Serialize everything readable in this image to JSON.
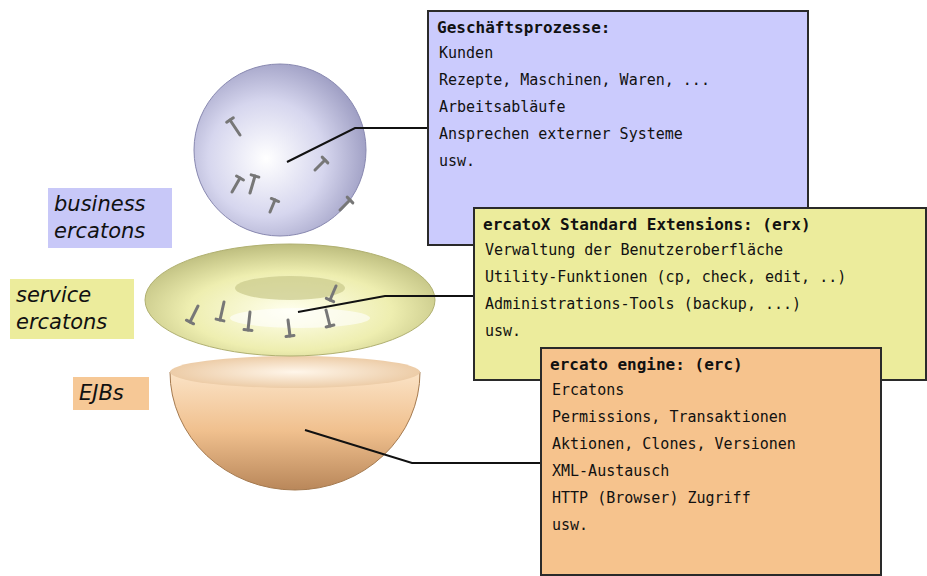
{
  "diagram": {
    "nodes": [
      {
        "text": [
          "Geschäftsprozesse:",
          "Kunden",
          "Rezepte, Maschinen, Waren, ...",
          "Arbeitsabläufe",
          "Ansprechen externer Systeme",
          "usw."
        ]
      },
      {
        "text": [
          "business ercatons"
        ]
      },
      {
        "text": [
          "ercatoX Standard Extensions: (erx)",
          "Verwaltung der Benutzeroberfläche",
          "Utility-Funktionen (cp, check, edit, ..)",
          "Administrations-Tools (backup, ...)",
          "usw."
        ]
      },
      {
        "text": [
          "service ercatons"
        ]
      },
      {
        "text": [
          "ercato engine: (erc)",
          "Ercatons",
          "Permissions, Transaktionen",
          "Aktionen, Clones, Versionen",
          "XML-Austausch",
          "HTTP (Browser) Zugriff",
          "usw."
        ]
      },
      {
        "text": [
          "EJBs"
        ]
      }
    ]
  }
}
